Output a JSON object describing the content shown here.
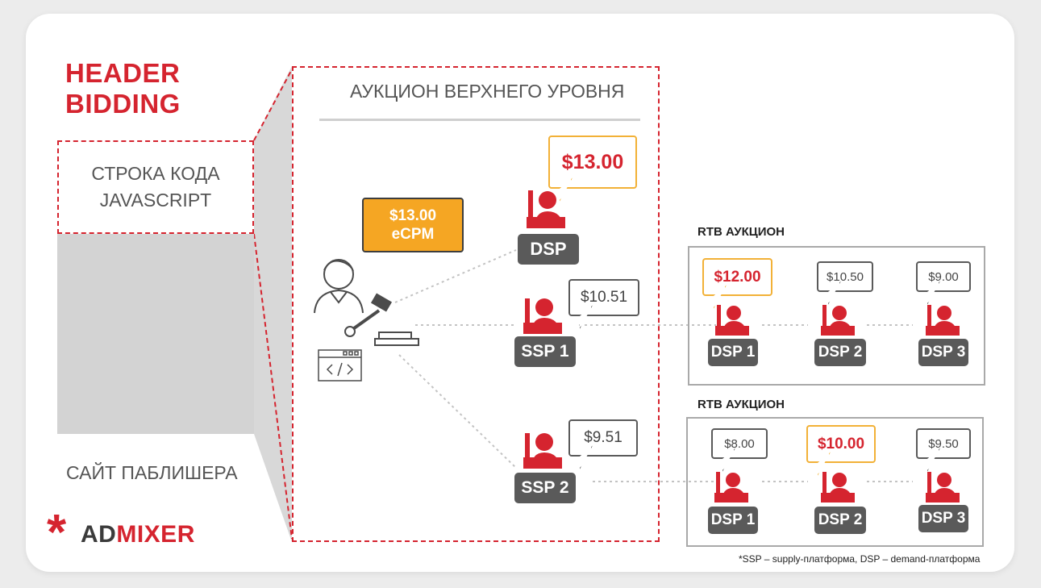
{
  "title_line1": "HEADER",
  "title_line2": "BIDDING",
  "js_box_line1": "СТРОКА КОДА",
  "js_box_line2": "JAVASCRIPT",
  "site_label": "САЙТ ПАБЛИШЕРА",
  "auction_title": "АУКЦИОН ВЕРХНЕГО УРОВНЯ",
  "ecpm_value": "$13.00",
  "ecpm_label": "eCPM",
  "top_dsp": {
    "label": "DSP",
    "bid": "$13.00"
  },
  "ssp1": {
    "label": "SSP 1",
    "bid": "$10.51"
  },
  "ssp2": {
    "label": "SSP 2",
    "bid": "$9.51"
  },
  "rtb1": {
    "label": "RTB АУКЦИОН",
    "dsps": [
      {
        "label": "DSP 1",
        "bid": "$12.00",
        "winner": true
      },
      {
        "label": "DSP 2",
        "bid": "$10.50",
        "winner": false
      },
      {
        "label": "DSP 3",
        "bid": "$9.00",
        "winner": false
      }
    ]
  },
  "rtb2": {
    "label": "RTB АУКЦИОН",
    "dsps": [
      {
        "label": "DSP 1",
        "bid": "$8.00",
        "winner": false
      },
      {
        "label": "DSP 2",
        "bid": "$10.00",
        "winner": true
      },
      {
        "label": "DSP 3",
        "bid": "$9.50",
        "winner": false
      }
    ]
  },
  "logo": {
    "ad": "AD",
    "mixer": "MIXER"
  },
  "footnote": "*SSP – supply-платформа,  DSP – demand-платформа",
  "colors": {
    "accent": "#d5242f",
    "highlight": "#f2b137",
    "ecpm_fill": "#f5a623",
    "pill": "#5a5a5a"
  }
}
